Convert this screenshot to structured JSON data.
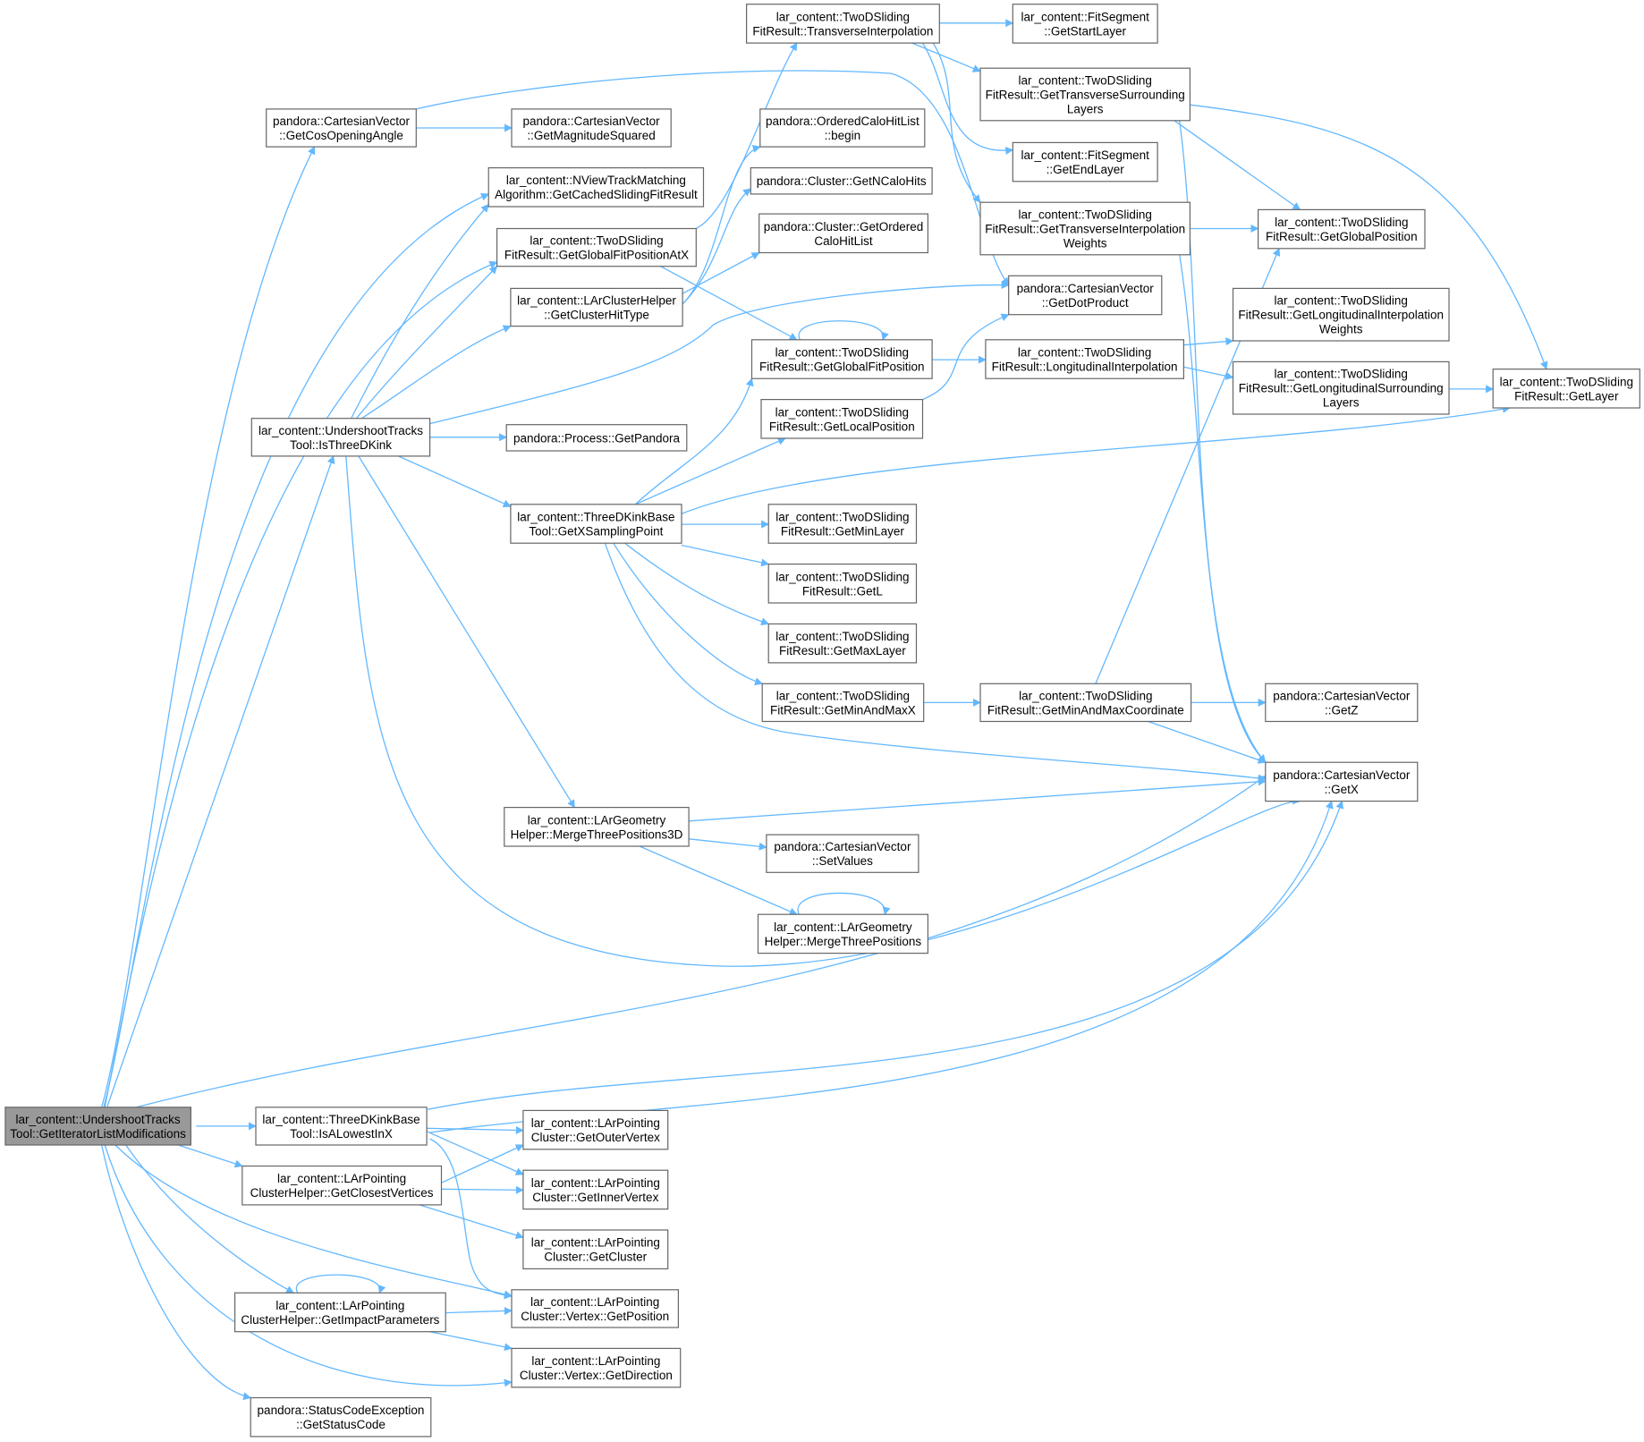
{
  "colors": {
    "edge": "#63b8ff",
    "node_border": "#666666",
    "root_fill": "#999999",
    "node_fill": "#ffffff"
  },
  "nodes": {
    "root": {
      "lines": [
        "lar_content::UndershootTracks",
        "Tool::GetIteratorListModifications"
      ],
      "highlight": true
    },
    "cosopen": {
      "lines": [
        "pandora::CartesianVector",
        "::GetCosOpeningAngle"
      ]
    },
    "magsq": {
      "lines": [
        "pandora::CartesianVector",
        "::GetMagnitudeSquared"
      ]
    },
    "nview": {
      "lines": [
        "lar_content::NViewTrackMatching",
        "Algorithm::GetCachedSlidingFitResult"
      ]
    },
    "gfpax": {
      "lines": [
        "lar_content::TwoDSliding",
        "FitResult::GetGlobalFitPositionAtX"
      ]
    },
    "gcht": {
      "lines": [
        "lar_content::LArClusterHelper",
        "::GetClusterHitType"
      ]
    },
    "is3dk": {
      "lines": [
        "lar_content::UndershootTracks",
        "Tool::IsThreeDKink"
      ]
    },
    "getpandora": {
      "lines": [
        "pandora::Process::GetPandora"
      ]
    },
    "gxsp": {
      "lines": [
        "lar_content::ThreeDKinkBase",
        "Tool::GetXSamplingPoint"
      ]
    },
    "m3p3d": {
      "lines": [
        "lar_content::LArGeometry",
        "Helper::MergeThreePositions3D"
      ]
    },
    "transint": {
      "lines": [
        "lar_content::TwoDSliding",
        "FitResult::TransverseInterpolation"
      ]
    },
    "ochl_begin": {
      "lines": [
        "pandora::OrderedCaloHitList",
        "::begin"
      ]
    },
    "ncalohits": {
      "lines": [
        "pandora::Cluster::GetNCaloHits"
      ]
    },
    "orderedchl": {
      "lines": [
        "pandora::Cluster::GetOrdered",
        "CaloHitList"
      ]
    },
    "gfp": {
      "lines": [
        "lar_content::TwoDSliding",
        "FitResult::GetGlobalFitPosition"
      ]
    },
    "glp": {
      "lines": [
        "lar_content::TwoDSliding",
        "FitResult::GetLocalPosition"
      ]
    },
    "minlayer": {
      "lines": [
        "lar_content::TwoDSliding",
        "FitResult::GetMinLayer"
      ]
    },
    "getl": {
      "lines": [
        "lar_content::TwoDSliding",
        "FitResult::GetL"
      ]
    },
    "maxlayer": {
      "lines": [
        "lar_content::TwoDSliding",
        "FitResult::GetMaxLayer"
      ]
    },
    "minmaxx": {
      "lines": [
        "lar_content::TwoDSliding",
        "FitResult::GetMinAndMaxX"
      ]
    },
    "setvalues": {
      "lines": [
        "pandora::CartesianVector",
        "::SetValues"
      ]
    },
    "m3p": {
      "lines": [
        "lar_content::LArGeometry",
        "Helper::MergeThreePositions"
      ]
    },
    "startlayer": {
      "lines": [
        "lar_content::FitSegment",
        "::GetStartLayer"
      ]
    },
    "tsl": {
      "lines": [
        "lar_content::TwoDSliding",
        "FitResult::GetTransverseSurrounding",
        "Layers"
      ]
    },
    "endlayer": {
      "lines": [
        "lar_content::FitSegment",
        "::GetEndLayer"
      ]
    },
    "tiw": {
      "lines": [
        "lar_content::TwoDSliding",
        "FitResult::GetTransverseInterpolation",
        "Weights"
      ]
    },
    "dotprod": {
      "lines": [
        "pandora::CartesianVector",
        "::GetDotProduct"
      ]
    },
    "longint": {
      "lines": [
        "lar_content::TwoDSliding",
        "FitResult::LongitudinalInterpolation"
      ]
    },
    "minmaxcoord": {
      "lines": [
        "lar_content::TwoDSliding",
        "FitResult::GetMinAndMaxCoordinate"
      ]
    },
    "globalpos": {
      "lines": [
        "lar_content::TwoDSliding",
        "FitResult::GetGlobalPosition"
      ]
    },
    "liw": {
      "lines": [
        "lar_content::TwoDSliding",
        "FitResult::GetLongitudinalInterpolation",
        "Weights"
      ]
    },
    "lsl": {
      "lines": [
        "lar_content::TwoDSliding",
        "FitResult::GetLongitudinalSurrounding",
        "Layers"
      ]
    },
    "getlayer": {
      "lines": [
        "lar_content::TwoDSliding",
        "FitResult::GetLayer"
      ]
    },
    "getz": {
      "lines": [
        "pandora::CartesianVector",
        "::GetZ"
      ]
    },
    "getx": {
      "lines": [
        "pandora::CartesianVector",
        "::GetX"
      ]
    },
    "isalowest": {
      "lines": [
        "lar_content::ThreeDKinkBase",
        "Tool::IsALowestInX"
      ]
    },
    "closestv": {
      "lines": [
        "lar_content::LArPointing",
        "ClusterHelper::GetClosestVertices"
      ]
    },
    "impactp": {
      "lines": [
        "lar_content::LArPointing",
        "ClusterHelper::GetImpactParameters"
      ]
    },
    "statuscode": {
      "lines": [
        "pandora::StatusCodeException",
        "::GetStatusCode"
      ]
    },
    "outerv": {
      "lines": [
        "lar_content::LArPointing",
        "Cluster::GetOuterVertex"
      ]
    },
    "innerv": {
      "lines": [
        "lar_content::LArPointing",
        "Cluster::GetInnerVertex"
      ]
    },
    "getcluster": {
      "lines": [
        "lar_content::LArPointing",
        "Cluster::GetCluster"
      ]
    },
    "vpos": {
      "lines": [
        "lar_content::LArPointing",
        "Cluster::Vertex::GetPosition"
      ]
    },
    "vdir": {
      "lines": [
        "lar_content::LArPointing",
        "Cluster::Vertex::GetDirection"
      ]
    }
  },
  "edges": [
    [
      "root",
      "cosopen"
    ],
    [
      "root",
      "nview"
    ],
    [
      "root",
      "gfpax"
    ],
    [
      "root",
      "is3dk"
    ],
    [
      "root",
      "getx"
    ],
    [
      "root",
      "getx"
    ],
    [
      "root",
      "isalowest"
    ],
    [
      "root",
      "closestv"
    ],
    [
      "root",
      "impactp"
    ],
    [
      "root",
      "vpos"
    ],
    [
      "root",
      "vdir"
    ],
    [
      "root",
      "statuscode"
    ],
    [
      "cosopen",
      "magsq"
    ],
    [
      "cosopen",
      "dotprod"
    ],
    [
      "is3dk",
      "nview"
    ],
    [
      "is3dk",
      "gfpax"
    ],
    [
      "is3dk",
      "gcht"
    ],
    [
      "is3dk",
      "dotprod"
    ],
    [
      "is3dk",
      "getpandora"
    ],
    [
      "is3dk",
      "gxsp"
    ],
    [
      "is3dk",
      "m3p3d"
    ],
    [
      "is3dk",
      "getx"
    ],
    [
      "gfpax",
      "transint"
    ],
    [
      "gfpax",
      "gfp"
    ],
    [
      "gcht",
      "ochl_begin"
    ],
    [
      "gcht",
      "ncalohits"
    ],
    [
      "gcht",
      "orderedchl"
    ],
    [
      "transint",
      "startlayer"
    ],
    [
      "transint",
      "tsl"
    ],
    [
      "transint",
      "endlayer"
    ],
    [
      "transint",
      "tiw"
    ],
    [
      "tsl",
      "globalpos"
    ],
    [
      "tsl",
      "getlayer"
    ],
    [
      "tsl",
      "getx"
    ],
    [
      "tiw",
      "globalpos"
    ],
    [
      "tiw",
      "getx"
    ],
    [
      "gfp",
      "gfp"
    ],
    [
      "gfp",
      "longint"
    ],
    [
      "glp",
      "dotprod"
    ],
    [
      "longint",
      "liw"
    ],
    [
      "longint",
      "lsl"
    ],
    [
      "lsl",
      "getlayer"
    ],
    [
      "gxsp",
      "gfp"
    ],
    [
      "gxsp",
      "glp"
    ],
    [
      "gxsp",
      "minlayer"
    ],
    [
      "gxsp",
      "getl"
    ],
    [
      "gxsp",
      "maxlayer"
    ],
    [
      "gxsp",
      "minmaxx"
    ],
    [
      "gxsp",
      "getlayer"
    ],
    [
      "gxsp",
      "getx"
    ],
    [
      "minmaxx",
      "minmaxcoord"
    ],
    [
      "minmaxcoord",
      "globalpos"
    ],
    [
      "minmaxcoord",
      "getz"
    ],
    [
      "minmaxcoord",
      "getx"
    ],
    [
      "m3p3d",
      "setvalues"
    ],
    [
      "m3p3d",
      "m3p"
    ],
    [
      "m3p3d",
      "getx"
    ],
    [
      "m3p",
      "m3p"
    ],
    [
      "isalowest",
      "outerv"
    ],
    [
      "isalowest",
      "innerv"
    ],
    [
      "isalowest",
      "vpos"
    ],
    [
      "isalowest",
      "getx"
    ],
    [
      "closestv",
      "outerv"
    ],
    [
      "closestv",
      "innerv"
    ],
    [
      "closestv",
      "getcluster"
    ],
    [
      "impactp",
      "impactp"
    ],
    [
      "impactp",
      "vpos"
    ],
    [
      "impactp",
      "vdir"
    ]
  ]
}
